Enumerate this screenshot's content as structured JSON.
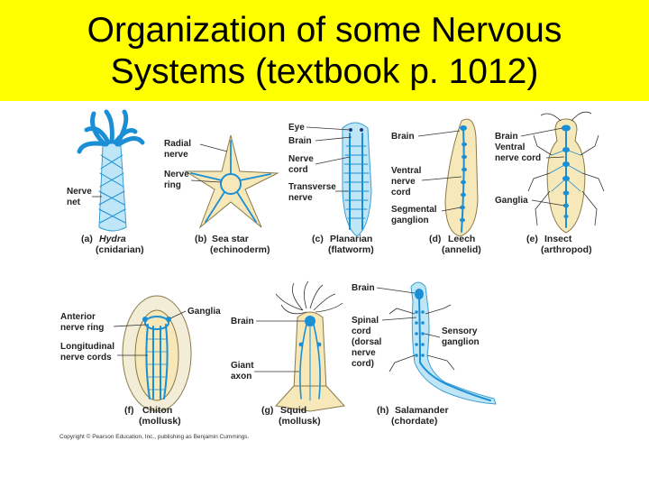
{
  "title": {
    "line1": "Organization of some Nervous",
    "line2": "Systems (textbook p. 1012)"
  },
  "colors": {
    "title_bar": "#ffff00",
    "nerve": "#1a8fd6",
    "body_fill": "#f6e8b8"
  },
  "panels": {
    "a": {
      "letter": "(a)",
      "name": "Hydra",
      "group": "(cnidarian)",
      "labels": [
        "Nerve",
        "net"
      ]
    },
    "b": {
      "letter": "(b)",
      "name": "Sea star",
      "group": "(echinoderm)",
      "labels": [
        "Radial",
        "nerve",
        "Nerve",
        "ring"
      ]
    },
    "c": {
      "letter": "(c)",
      "name": "Planarian",
      "group": "(flatworm)",
      "labels": [
        "Eye",
        "Brain",
        "Nerve",
        "cord",
        "Transverse",
        "nerve"
      ]
    },
    "d": {
      "letter": "(d)",
      "name": "Leech",
      "group": "(annelid)",
      "labels": [
        "Brain",
        "Ventral",
        "nerve",
        "cord",
        "Segmental",
        "ganglion"
      ]
    },
    "e": {
      "letter": "(e)",
      "name": "Insect",
      "group": "(arthropod)",
      "labels": [
        "Brain",
        "Ventral",
        "nerve cord",
        "Ganglia"
      ]
    },
    "f": {
      "letter": "(f)",
      "name": "Chiton",
      "group": "(mollusk)",
      "labels": [
        "Anterior",
        "nerve ring",
        "Longitudinal",
        "nerve cords",
        "Ganglia"
      ]
    },
    "g": {
      "letter": "(g)",
      "name": "Squid",
      "group": "(mollusk)",
      "labels": [
        "Brain",
        "Giant",
        "axon"
      ]
    },
    "h": {
      "letter": "(h)",
      "name": "Salamander",
      "group": "(chordate)",
      "labels": [
        "Brain",
        "Spinal",
        "cord",
        "(dorsal",
        "nerve",
        "cord)",
        "Sensory",
        "ganglion"
      ]
    }
  },
  "copyright": "Copyright © Pearson Education, Inc., publishing as Benjamin Cummings."
}
